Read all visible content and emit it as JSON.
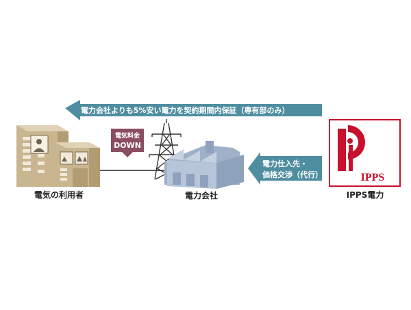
{
  "top_arrow": {
    "text": "電力会社よりも5%安い電力を契約期間内保証（専有部のみ）"
  },
  "mid_arrow": {
    "line1": "電力仕入先・",
    "line2": "価格交渉（代行）"
  },
  "price_badge": {
    "line1": "電気料金",
    "line2": "DOWN"
  },
  "labels": {
    "user": "電気の利用者",
    "utility": "電力会社",
    "ipps": "IPPS電力"
  },
  "logo": {
    "text": "IPPS"
  },
  "colors": {
    "arrow": "#4f8ea1",
    "badge": "#8b4d63",
    "logo_red": "#c8102e",
    "building_beige": "#c9b58f",
    "factory_blue": "#9fb1c9"
  }
}
